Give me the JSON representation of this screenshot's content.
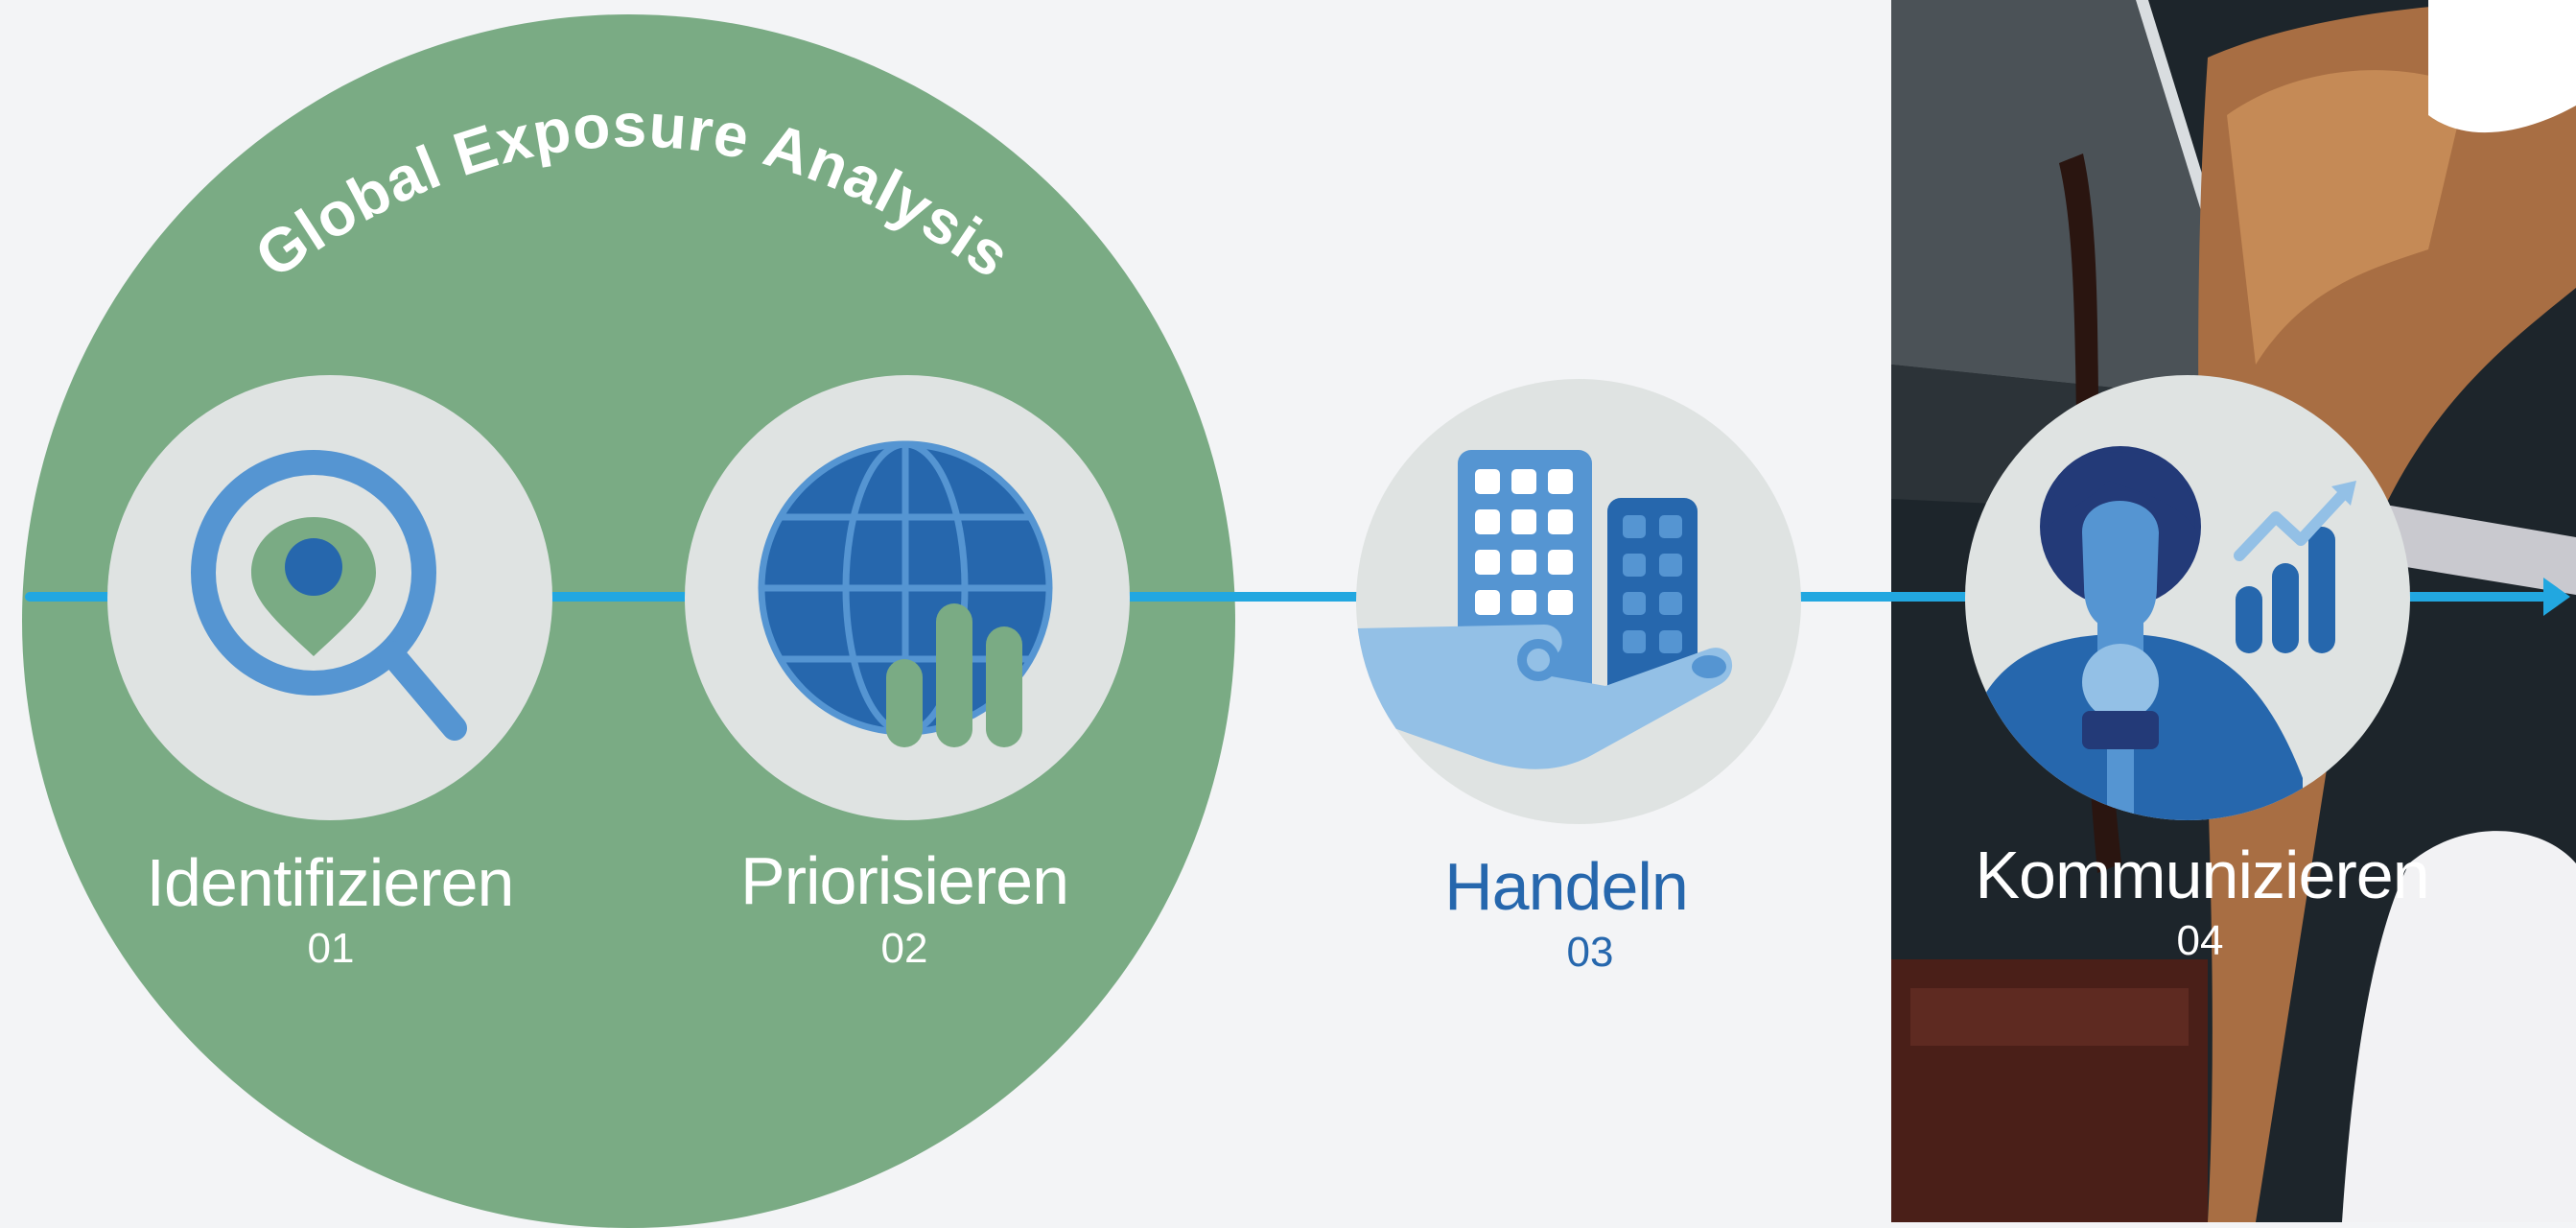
{
  "diagram": {
    "group_title": "Global Exposure Analysis",
    "steps": [
      {
        "label": "Identifizieren",
        "number": "01",
        "icon": "magnifier-location-icon"
      },
      {
        "label": "Priorisieren",
        "number": "02",
        "icon": "globe-bar-chart-icon"
      },
      {
        "label": "Handeln",
        "number": "03",
        "icon": "hand-buildings-icon"
      },
      {
        "label": "Kommunizieren",
        "number": "04",
        "icon": "speaker-microphone-growth-icon"
      }
    ]
  },
  "colors": {
    "group_green": "#7aab84",
    "connector_blue": "#22a7e0",
    "icon_blue": "#2667ad",
    "step_circle_bg": "#dfe3e2",
    "page_bg": "#f3f4f6"
  }
}
